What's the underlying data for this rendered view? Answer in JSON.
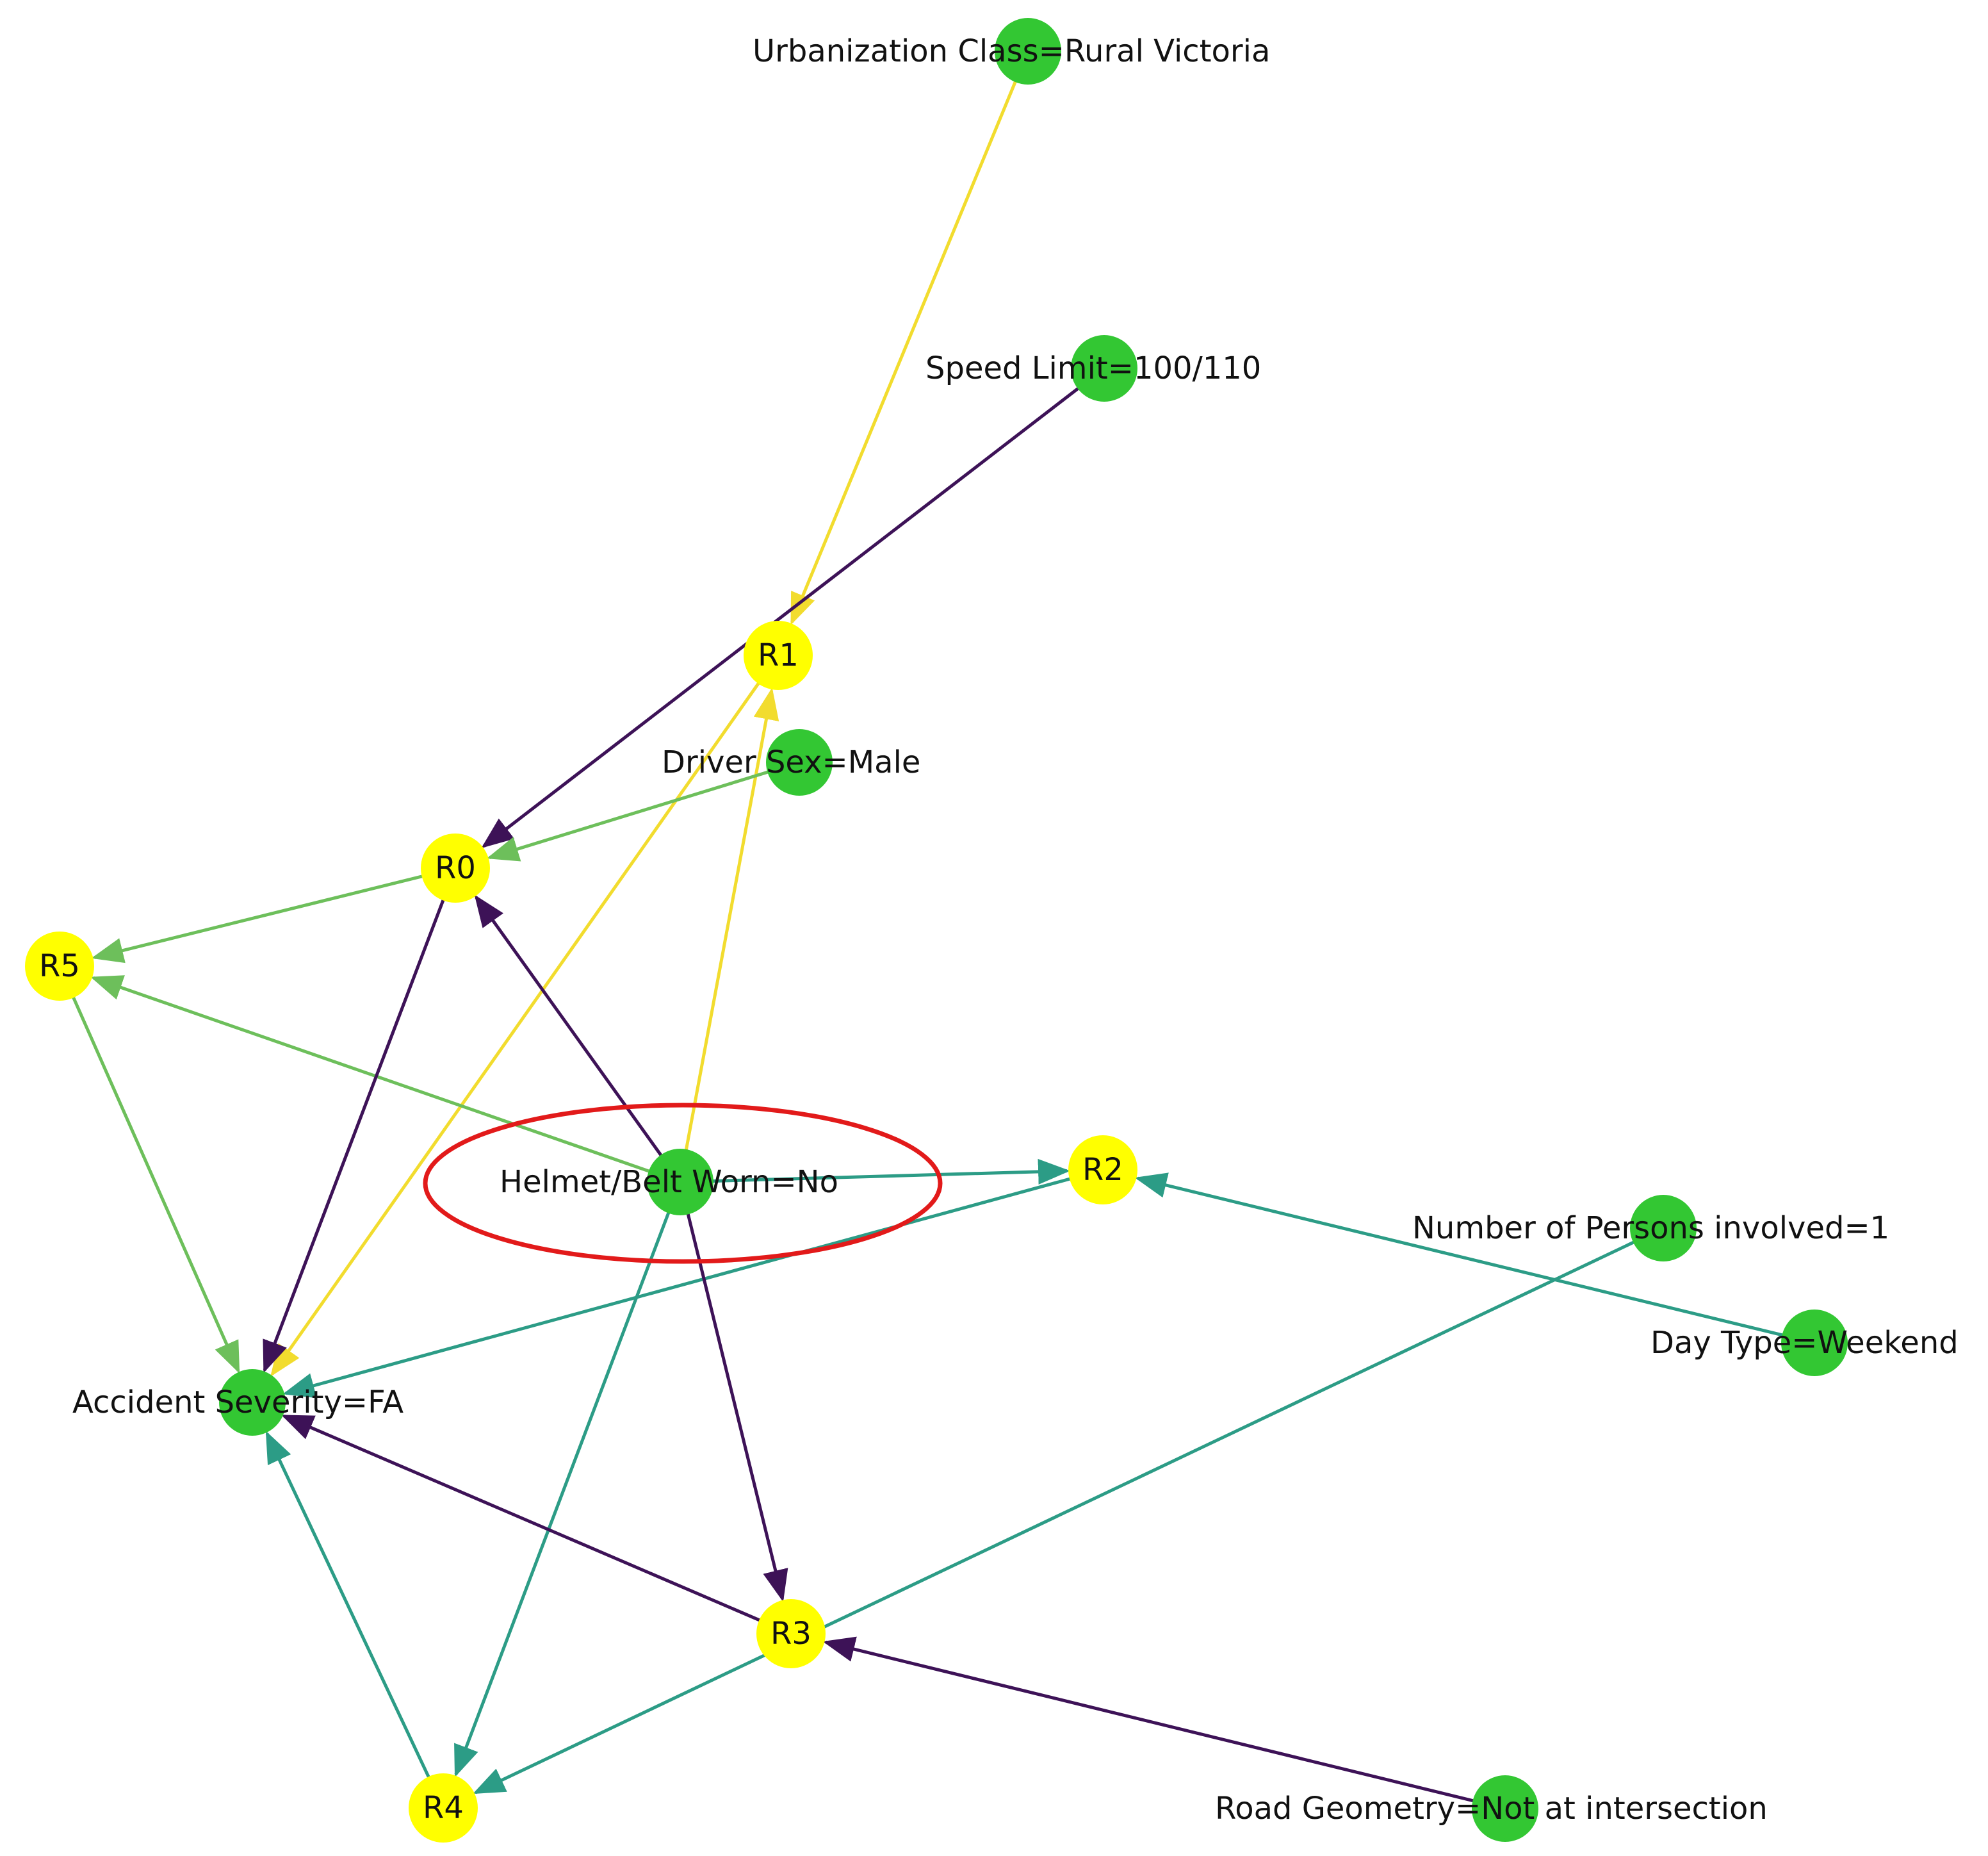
{
  "colors": {
    "item_node": "#33c733",
    "rule_node": "#ffff00",
    "edge_yellow": "#f2dc2e",
    "edge_purple": "#3d1257",
    "edge_light_green": "#6dbf5b",
    "edge_teal": "#2c9c86",
    "highlight": "#e21a1a"
  },
  "graph": {
    "nodes": [
      {
        "id": "urban",
        "kind": "item",
        "label": "Urbanization Class=Rural Victoria"
      },
      {
        "id": "speed",
        "kind": "item",
        "label": "Speed Limit=100/110"
      },
      {
        "id": "r1",
        "kind": "rule",
        "label": "R1"
      },
      {
        "id": "sex",
        "kind": "item",
        "label": "Driver Sex=Male"
      },
      {
        "id": "r0",
        "kind": "rule",
        "label": "R0"
      },
      {
        "id": "r5",
        "kind": "rule",
        "label": "R5"
      },
      {
        "id": "helmet",
        "kind": "item",
        "label": "Helmet/Belt Worn=No"
      },
      {
        "id": "r2",
        "kind": "rule",
        "label": "R2"
      },
      {
        "id": "persons",
        "kind": "item",
        "label": "Number of Persons involved=1"
      },
      {
        "id": "day",
        "kind": "item",
        "label": "Day Type=Weekend"
      },
      {
        "id": "severity",
        "kind": "item",
        "label": "Accident Severity=FA"
      },
      {
        "id": "r3",
        "kind": "rule",
        "label": "R3"
      },
      {
        "id": "r4",
        "kind": "rule",
        "label": "R4"
      },
      {
        "id": "road",
        "kind": "item",
        "label": "Road Geometry=Not at intersection"
      }
    ],
    "edges": [
      {
        "from": "urban",
        "to": "r1",
        "color": "edge_yellow"
      },
      {
        "from": "speed",
        "to": "r0",
        "color": "edge_purple"
      },
      {
        "from": "r1",
        "to": "severity",
        "color": "edge_yellow"
      },
      {
        "from": "helmet",
        "to": "r1",
        "color": "edge_yellow"
      },
      {
        "from": "sex",
        "to": "r0",
        "color": "edge_light_green"
      },
      {
        "from": "r0",
        "to": "r5",
        "color": "edge_light_green"
      },
      {
        "from": "helmet",
        "to": "r5",
        "color": "edge_light_green"
      },
      {
        "from": "r5",
        "to": "severity",
        "color": "edge_light_green"
      },
      {
        "from": "helmet",
        "to": "r0",
        "color": "edge_purple"
      },
      {
        "from": "r0",
        "to": "severity",
        "color": "edge_purple"
      },
      {
        "from": "helmet",
        "to": "r2",
        "color": "edge_teal"
      },
      {
        "from": "day",
        "to": "r2",
        "color": "edge_teal"
      },
      {
        "from": "r2",
        "to": "severity",
        "color": "edge_teal"
      },
      {
        "from": "helmet",
        "to": "r3",
        "color": "edge_purple"
      },
      {
        "from": "helmet",
        "to": "r4",
        "color": "edge_teal"
      },
      {
        "from": "persons",
        "to": "r4",
        "color": "edge_teal"
      },
      {
        "from": "r3",
        "to": "severity",
        "color": "edge_purple"
      },
      {
        "from": "road",
        "to": "r3",
        "color": "edge_purple"
      },
      {
        "from": "r4",
        "to": "severity",
        "color": "edge_teal"
      }
    ],
    "highlighted_node": "helmet"
  }
}
